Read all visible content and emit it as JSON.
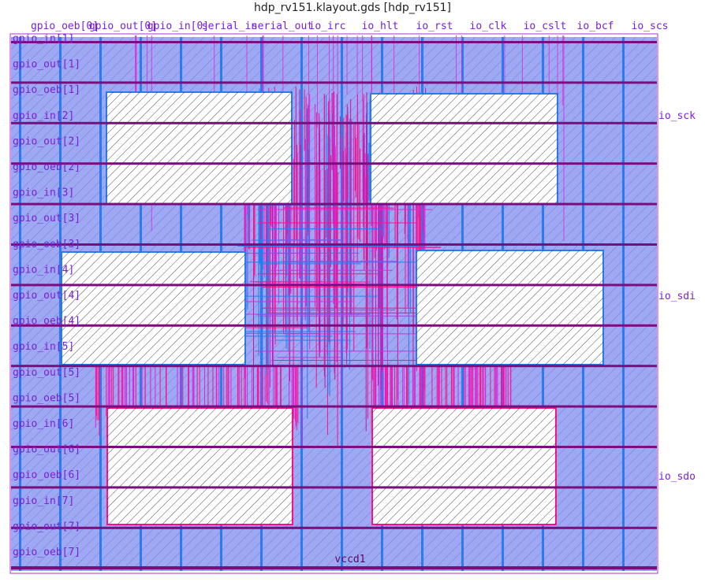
{
  "window": {
    "title": "hdp_rv151.klayout.gds [hdp_rv151]"
  },
  "pins": {
    "top": [
      "gpio_oeb[0]",
      "gpio_out[0]",
      "gpio_in[0]",
      "serial_in",
      "serial_out",
      "io_irc",
      "io_hlt",
      "io_rst",
      "io_clk",
      "io_cslt",
      "io_bcf",
      "io_scs"
    ],
    "left": [
      "gpio_in[1]",
      "gpio_out[1]",
      "gpio_oeb[1]",
      "gpio_in[2]",
      "gpio_out[2]",
      "gpio_oeb[2]",
      "gpio_in[3]",
      "gpio_out[3]",
      "gpio_oeb[3]",
      "gpio_in[4]",
      "gpio_out[4]",
      "gpio_oeb[4]",
      "gpio_in[5]",
      "gpio_out[5]",
      "gpio_oeb[5]",
      "gpio_in[6]",
      "gpio_out[6]",
      "gpio_oeb[6]",
      "gpio_in[7]",
      "gpio_out[7]",
      "gpio_oeb[7]"
    ],
    "right": [
      "io_sck",
      "io_sdi",
      "io_sdo"
    ],
    "bottom": [
      "vccd1"
    ]
  },
  "colors": {
    "core_fill": "#9fa8f2",
    "stripe_blue": "#2a7bf0",
    "rail_purple": "#7a0e7e",
    "wire_pink": "#ff0f8a",
    "wire_magenta": "#e026d9",
    "pin_text": "#7a1fd6",
    "macro_hatch": "#222222"
  }
}
